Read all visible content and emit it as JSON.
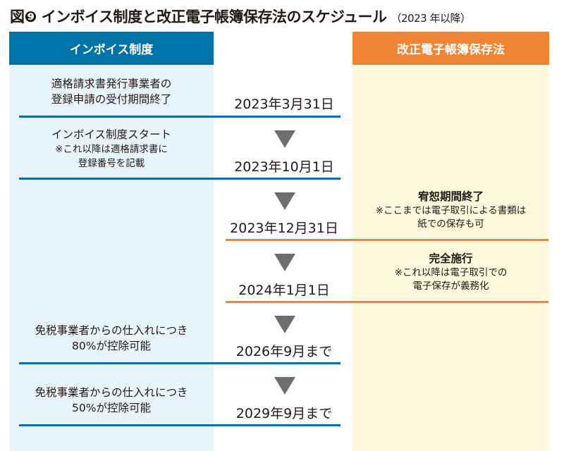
{
  "title": {
    "main": "図❾ インボイス制度と改正電子帳簿保存法のスケジュール",
    "sub": "（2023 年以降）"
  },
  "columns": {
    "left": "インボイス制度",
    "right": "改正電子帳簿保存法"
  },
  "dates": [
    "2023年3月31日",
    "2023年10月1日",
    "2023年12月31日",
    "2024年1月1日",
    "2026年9月まで",
    "2029年9月まで"
  ],
  "left_events": [
    {
      "line1": "適格請求書発行事業者の",
      "line2": "登録申請の受付期間終了"
    },
    {
      "line1": "インボイス制度スタート",
      "note1": "※これ以降は適格請求書に",
      "note2": "登録番号を記載"
    },
    {
      "line1": "免税事業者からの仕入れにつき",
      "line2": "80%が控除可能"
    },
    {
      "line1": "免税事業者からの仕入れにつき",
      "line2": "50%が控除可能"
    }
  ],
  "right_events": [
    {
      "head": "宥恕期間終了",
      "note1": "※ここまでは電子取引による書類は",
      "note2": "紙での保存も可"
    },
    {
      "head": "完全施行",
      "note1": "※これ以降は電子取引での",
      "note2": "電子保存が義務化"
    }
  ],
  "colors": {
    "blue": "#0073a8",
    "orange": "#ef8434",
    "blue_panel": "#e8f4fc",
    "cream_panel": "#fff8dc",
    "arrow": "#6e6e6e"
  }
}
